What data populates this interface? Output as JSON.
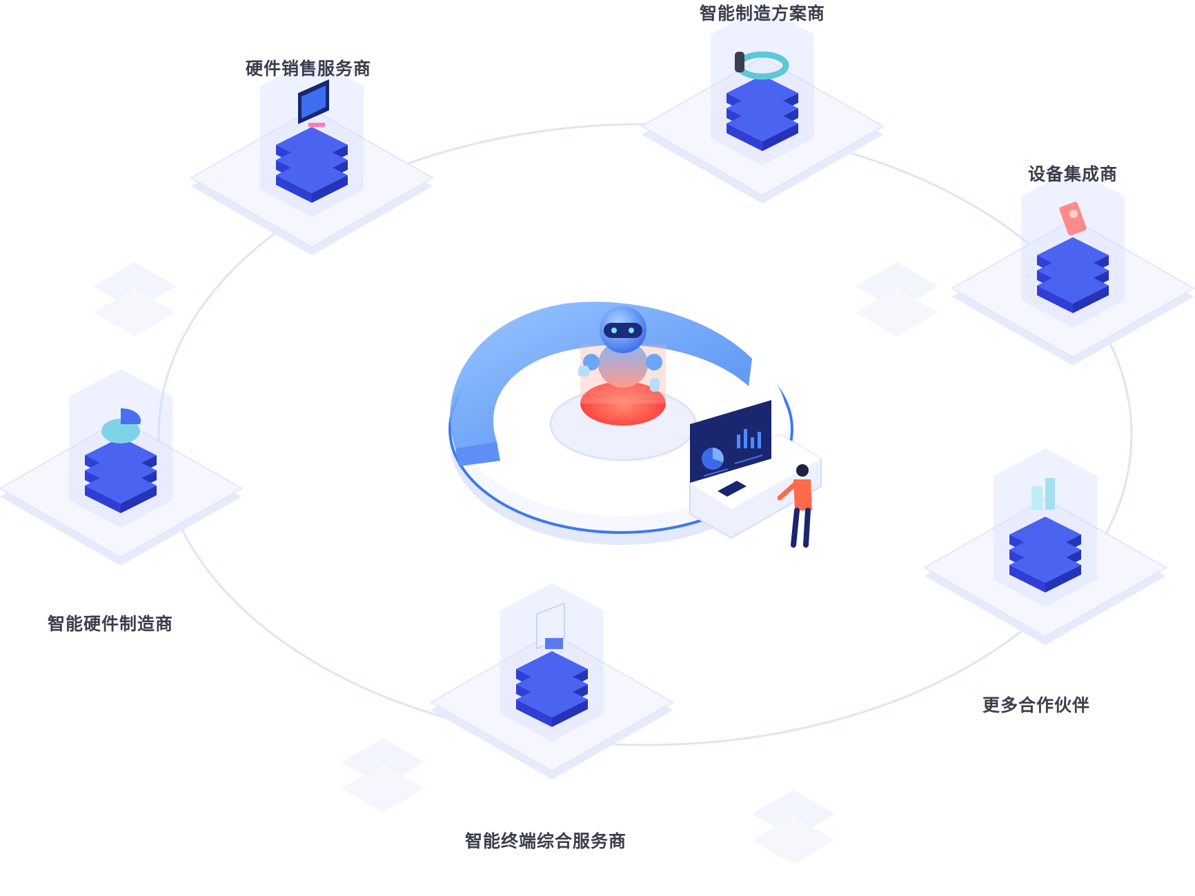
{
  "partners": [
    {
      "id": "intelligent-manufacturing-solution-provider",
      "label": "智能制造方案商",
      "icon": "gear-loop-icon"
    },
    {
      "id": "hardware-sales-service-provider",
      "label": "硬件销售服务商",
      "icon": "monitor-sale-icon"
    },
    {
      "id": "equipment-integrator",
      "label": "设备集成商",
      "icon": "mobile-card-icon"
    },
    {
      "id": "intelligent-hardware-manufacturer",
      "label": "智能硬件制造商",
      "icon": "pie-chart-icon"
    },
    {
      "id": "more-partners",
      "label": "更多合作伙伴",
      "icon": "glass-blocks-icon"
    },
    {
      "id": "intelligent-terminal-service-provider",
      "label": "智能终端综合服务商",
      "icon": "document-box-icon"
    }
  ],
  "center": {
    "icon": "robot-icon",
    "dashboard_icon": "dashboard-chart-icon",
    "person_icon": "operator-person-icon"
  },
  "colors": {
    "ring": "#dfe4f6",
    "server_dark": "#2f3fd6",
    "server_light": "#4a63f0",
    "platform": "#eef0fb",
    "accent_red": "#ff5a4a",
    "screen": "#1b2670"
  }
}
